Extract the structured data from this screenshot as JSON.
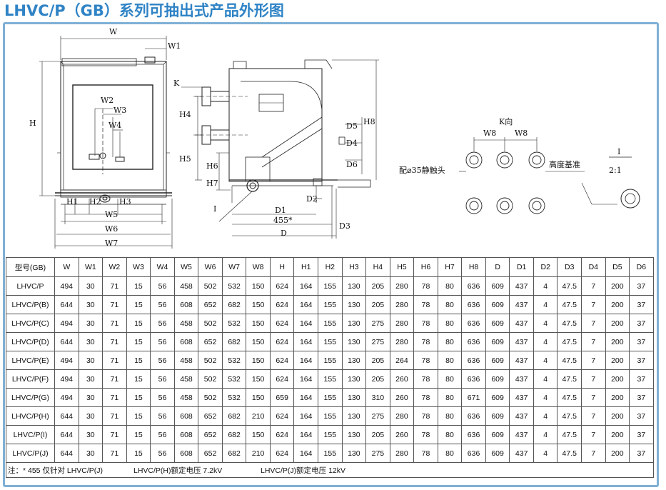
{
  "title": "LHVC/P（GB）系列可抽出式产品外形图",
  "drawing": {
    "dims_front": [
      "W",
      "W1",
      "W2",
      "W3",
      "W4",
      "H",
      "H1",
      "H2",
      "H3",
      "W5",
      "W6",
      "W7"
    ],
    "dims_side": [
      "K",
      "H4",
      "H5",
      "H6",
      "H7",
      "H8",
      "D5",
      "D4",
      "D6",
      "D2",
      "D1",
      "455*",
      "D",
      "D3",
      "I"
    ],
    "k_view": "K向",
    "k_w8_left": "W8",
    "k_w8_right": "W8",
    "contact_note": "配⌀35静触头",
    "height_ref": "高度基准",
    "detail_label": "I",
    "detail_scale": "2:1"
  },
  "table": {
    "headers": [
      "型号(GB)",
      "W",
      "W1",
      "W2",
      "W3",
      "W4",
      "W5",
      "W6",
      "W7",
      "W8",
      "H",
      "H1",
      "H2",
      "H3",
      "H4",
      "H5",
      "H6",
      "H7",
      "H8",
      "D",
      "D1",
      "D2",
      "D3",
      "D4",
      "D5",
      "D6"
    ],
    "rows": [
      [
        "LHVC/P",
        "494",
        "30",
        "71",
        "15",
        "56",
        "458",
        "502",
        "532",
        "150",
        "624",
        "164",
        "155",
        "130",
        "205",
        "280",
        "78",
        "80",
        "636",
        "609",
        "437",
        "4",
        "47.5",
        "7",
        "200",
        "37"
      ],
      [
        "LHVC/P(B)",
        "644",
        "30",
        "71",
        "15",
        "56",
        "608",
        "652",
        "682",
        "150",
        "624",
        "164",
        "155",
        "130",
        "205",
        "280",
        "78",
        "80",
        "636",
        "609",
        "437",
        "4",
        "47.5",
        "7",
        "200",
        "37"
      ],
      [
        "LHVC/P(C)",
        "494",
        "30",
        "71",
        "15",
        "56",
        "458",
        "502",
        "532",
        "150",
        "624",
        "164",
        "155",
        "130",
        "275",
        "280",
        "78",
        "80",
        "636",
        "609",
        "437",
        "4",
        "47.5",
        "7",
        "200",
        "37"
      ],
      [
        "LHVC/P(D)",
        "644",
        "30",
        "71",
        "15",
        "56",
        "608",
        "652",
        "682",
        "150",
        "624",
        "164",
        "155",
        "130",
        "275",
        "280",
        "78",
        "80",
        "636",
        "609",
        "437",
        "4",
        "47.5",
        "7",
        "200",
        "37"
      ],
      [
        "LHVC/P(E)",
        "494",
        "30",
        "71",
        "15",
        "56",
        "458",
        "502",
        "532",
        "150",
        "624",
        "164",
        "155",
        "130",
        "205",
        "264",
        "78",
        "80",
        "636",
        "609",
        "437",
        "4",
        "47.5",
        "7",
        "200",
        "37"
      ],
      [
        "LHVC/P(F)",
        "494",
        "30",
        "71",
        "15",
        "56",
        "458",
        "502",
        "532",
        "150",
        "624",
        "164",
        "155",
        "130",
        "205",
        "260",
        "78",
        "80",
        "636",
        "609",
        "437",
        "4",
        "47.5",
        "7",
        "200",
        "37"
      ],
      [
        "LHVC/P(G)",
        "494",
        "30",
        "71",
        "15",
        "56",
        "458",
        "502",
        "532",
        "150",
        "659",
        "164",
        "155",
        "130",
        "310",
        "260",
        "78",
        "80",
        "671",
        "609",
        "437",
        "4",
        "47.5",
        "7",
        "200",
        "37"
      ],
      [
        "LHVC/P(H)",
        "644",
        "30",
        "71",
        "15",
        "56",
        "608",
        "652",
        "682",
        "210",
        "624",
        "164",
        "155",
        "130",
        "275",
        "280",
        "78",
        "80",
        "636",
        "609",
        "437",
        "4",
        "47.5",
        "7",
        "200",
        "37"
      ],
      [
        "LHVC/P(I)",
        "644",
        "30",
        "71",
        "15",
        "56",
        "608",
        "652",
        "682",
        "150",
        "624",
        "164",
        "155",
        "130",
        "205",
        "260",
        "78",
        "80",
        "636",
        "609",
        "437",
        "4",
        "47.5",
        "7",
        "200",
        "37"
      ],
      [
        "LHVC/P(J)",
        "644",
        "30",
        "71",
        "15",
        "56",
        "608",
        "652",
        "682",
        "210",
        "624",
        "164",
        "155",
        "130",
        "275",
        "280",
        "78",
        "80",
        "636",
        "609",
        "437",
        "4",
        "47.5",
        "7",
        "200",
        "37"
      ]
    ],
    "note_1": "注：* 455 仅针对 LHVC/P(J)",
    "note_2": "LHVC/P(H)额定电压 7.2kV",
    "note_3": "LHVC/P(J)额定电压 12kV"
  }
}
